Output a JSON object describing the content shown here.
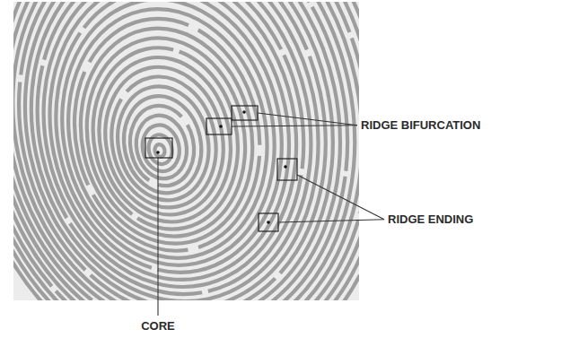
{
  "diagram": {
    "labels": [
      "RIDGE BIFURCATION",
      "RIDGE ENDING",
      "CORE"
    ]
  }
}
